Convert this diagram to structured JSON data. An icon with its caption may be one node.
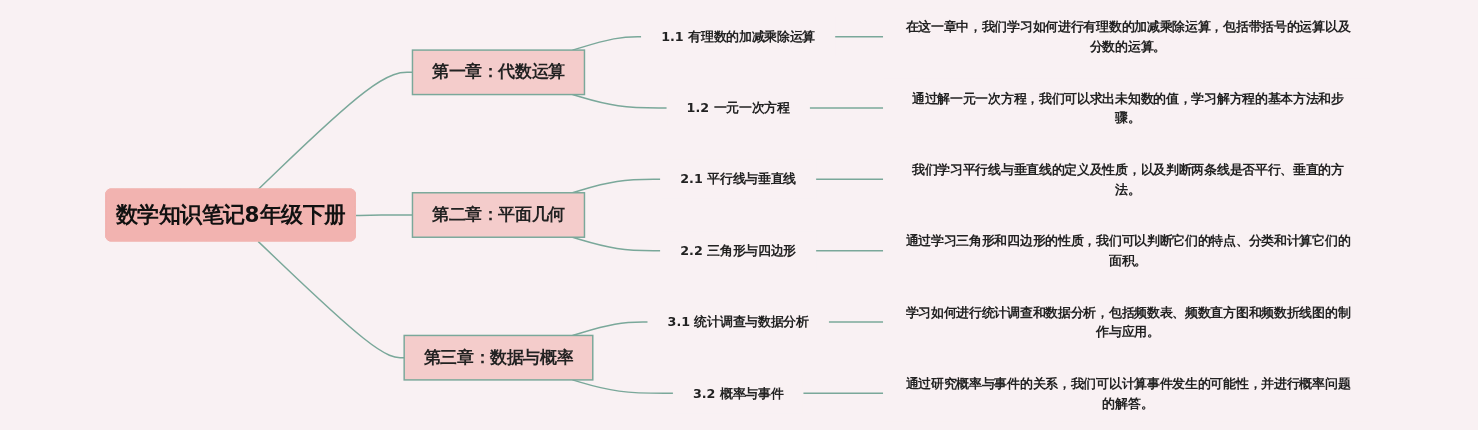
{
  "diagram": {
    "nodes": [
      {
        "text": [
          "数学知识笔记8年级下册"
        ]
      },
      {
        "text": [
          "第一章：代数运算"
        ]
      },
      {
        "text": [
          "1.1 有理数的加减乘除运算"
        ]
      },
      {
        "text": [
          "在这一章中，我们学习如何进行有理数的加减乘除运算，包括带括号的运算以及分数的运算。"
        ]
      },
      {
        "text": [
          "1.2 一元一次方程"
        ]
      },
      {
        "text": [
          "通过解一元一次方程，我们可以求出未知数的值，学习解方程的基本方法和步骤。"
        ]
      },
      {
        "text": [
          "第二章：平面几何"
        ]
      },
      {
        "text": [
          "2.1 平行线与垂直线"
        ]
      },
      {
        "text": [
          "我们学习平行线与垂直线的定义及性质，以及判断两条线是否平行、垂直的方法。"
        ]
      },
      {
        "text": [
          "2.2 三角形与四边形"
        ]
      },
      {
        "text": [
          "通过学习三角形和四边形的性质，我们可以判断它们的特点、分类和计算它们的面积。"
        ]
      },
      {
        "text": [
          "第三章：数据与概率"
        ]
      },
      {
        "text": [
          "3.1 统计调查与数据分析"
        ]
      },
      {
        "text": [
          "学习如何进行统计调查和数据分析，包括频数表、频数直方图和频数折线图的制作与应用。"
        ]
      },
      {
        "text": [
          "3.2 概率与事件"
        ]
      },
      {
        "text": [
          "通过研究概率与事件的关系，我们可以计算事件发生的可能性，并进行概率问题的解答。"
        ]
      }
    ],
    "edges": [
      {
        "from": 0,
        "to": 1,
        "arrow": "none"
      },
      {
        "from": 1,
        "to": 2,
        "arrow": "none"
      },
      {
        "from": 2,
        "to": 3,
        "arrow": "none"
      },
      {
        "from": 1,
        "to": 4,
        "arrow": "none"
      },
      {
        "from": 4,
        "to": 5,
        "arrow": "none"
      },
      {
        "from": 0,
        "to": 6,
        "arrow": "none"
      },
      {
        "from": 6,
        "to": 7,
        "arrow": "none"
      },
      {
        "from": 7,
        "to": 8,
        "arrow": "none"
      },
      {
        "from": 6,
        "to": 9,
        "arrow": "none"
      },
      {
        "from": 9,
        "to": 10,
        "arrow": "none"
      },
      {
        "from": 0,
        "to": 11,
        "arrow": "none"
      },
      {
        "from": 11,
        "to": 12,
        "arrow": "none"
      },
      {
        "from": 12,
        "to": 13,
        "arrow": "none"
      },
      {
        "from": 11,
        "to": 14,
        "arrow": "none"
      },
      {
        "from": 14,
        "to": 15,
        "arrow": "none"
      }
    ]
  }
}
